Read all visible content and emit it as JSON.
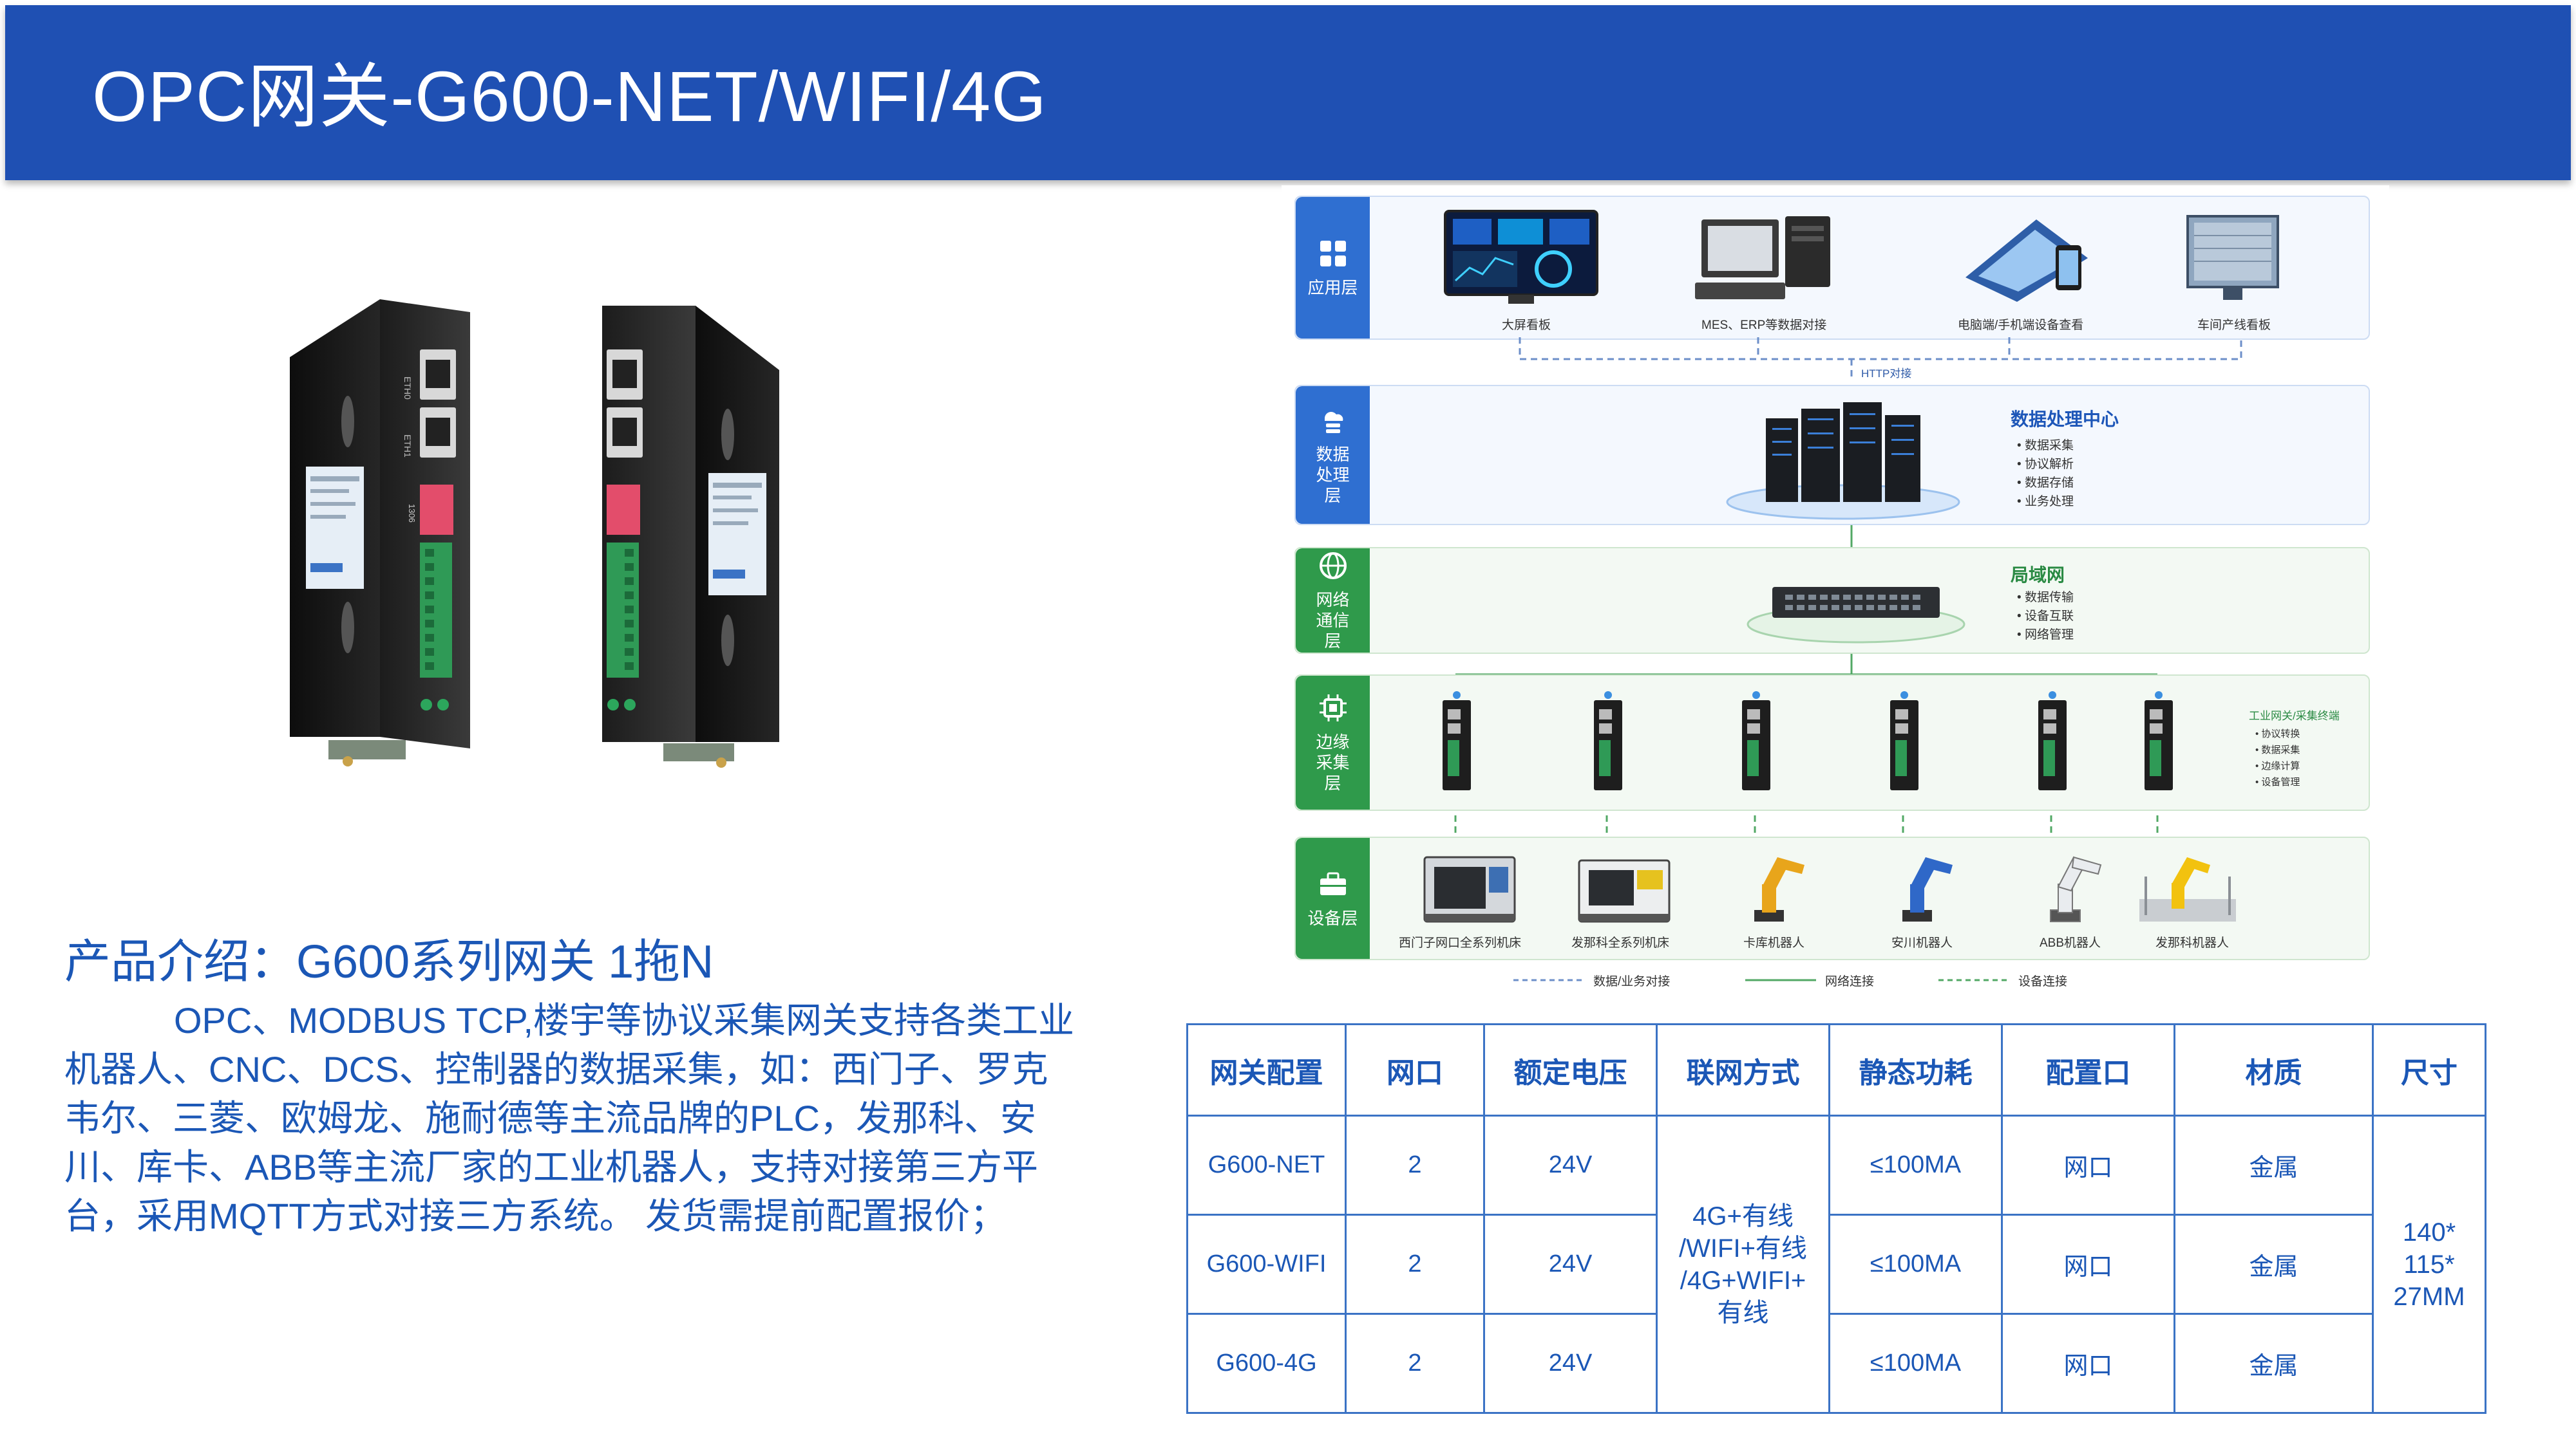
{
  "header": {
    "title": "OPC网关-G600-NET/WIFI/4G"
  },
  "product_photo": {
    "port_labels": [
      "ETH0",
      "ETH1"
    ],
    "switch_label": "1306"
  },
  "intro": {
    "title": "产品介绍：G600系列网关 1拖N",
    "body": "OPC、MODBUS TCP,楼宇等协议采集网关支持各类工业机器人、CNC、DCS、控制器的数据采集，如：西门子、罗克韦尔、三菱、欧姆龙、施耐德等主流品牌的PLC，发那科、安川、库卡、ABB等主流厂家的工业机器人，支持对接第三方平台，采用MQTT方式对接三方系统。 发货需提前配置报价；"
  },
  "diagram": {
    "layers": {
      "app": {
        "label": "应用层",
        "items": [
          "大屏看板",
          "MES、ERP等数据对接",
          "电脑端/手机端设备查看",
          "车间产线看板"
        ]
      },
      "http_label": "HTTP对接",
      "data": {
        "label": "数据处理层",
        "center_title": "数据处理中心",
        "bullets": [
          "数据采集",
          "协议解析",
          "数据存储",
          "业务处理"
        ]
      },
      "network": {
        "label": "网络通信层",
        "title": "局域网",
        "bullets": [
          "数据传输",
          "设备互联",
          "网络管理"
        ]
      },
      "edge": {
        "label": "边缘采集层",
        "title": "工业网关/采集终端",
        "bullets": [
          "协议转换",
          "数据采集",
          "边缘计算",
          "设备管理"
        ]
      },
      "device": {
        "label": "设备层",
        "items": [
          "西门子网口全系列机床",
          "发那科全系列机床",
          "卡库机器人",
          "安川机器人",
          "ABB机器人",
          "发那科机器人"
        ]
      }
    },
    "legend": [
      "数据/业务对接",
      "网络连接",
      "设备连接"
    ]
  },
  "spec_table": {
    "headers": [
      "网关配置",
      "网口",
      "额定电压",
      "联网方式",
      "静态功耗",
      "配置口",
      "材质",
      "尺寸"
    ],
    "rows": [
      [
        "G600-NET",
        "2",
        "24V",
        "≤100MA",
        "网口",
        "金属"
      ],
      [
        "G600-WIFI",
        "2",
        "24V",
        "≤100MA",
        "网口",
        "金属"
      ],
      [
        "G600-4G",
        "2",
        "24V",
        "≤100MA",
        "网口",
        "金属"
      ]
    ],
    "network_mode": [
      "4G+有线",
      "/WIFI+有线",
      "/4G+WIFI+",
      "有线"
    ],
    "size": [
      "140*",
      "115*",
      "27MM"
    ]
  },
  "colors": {
    "header_blue": "#1f50b3",
    "text_blue": "#1b57b6",
    "layer_blue": "#2f6fd1",
    "layer_green": "#2f9a4b",
    "table_border": "#3b73c5"
  }
}
